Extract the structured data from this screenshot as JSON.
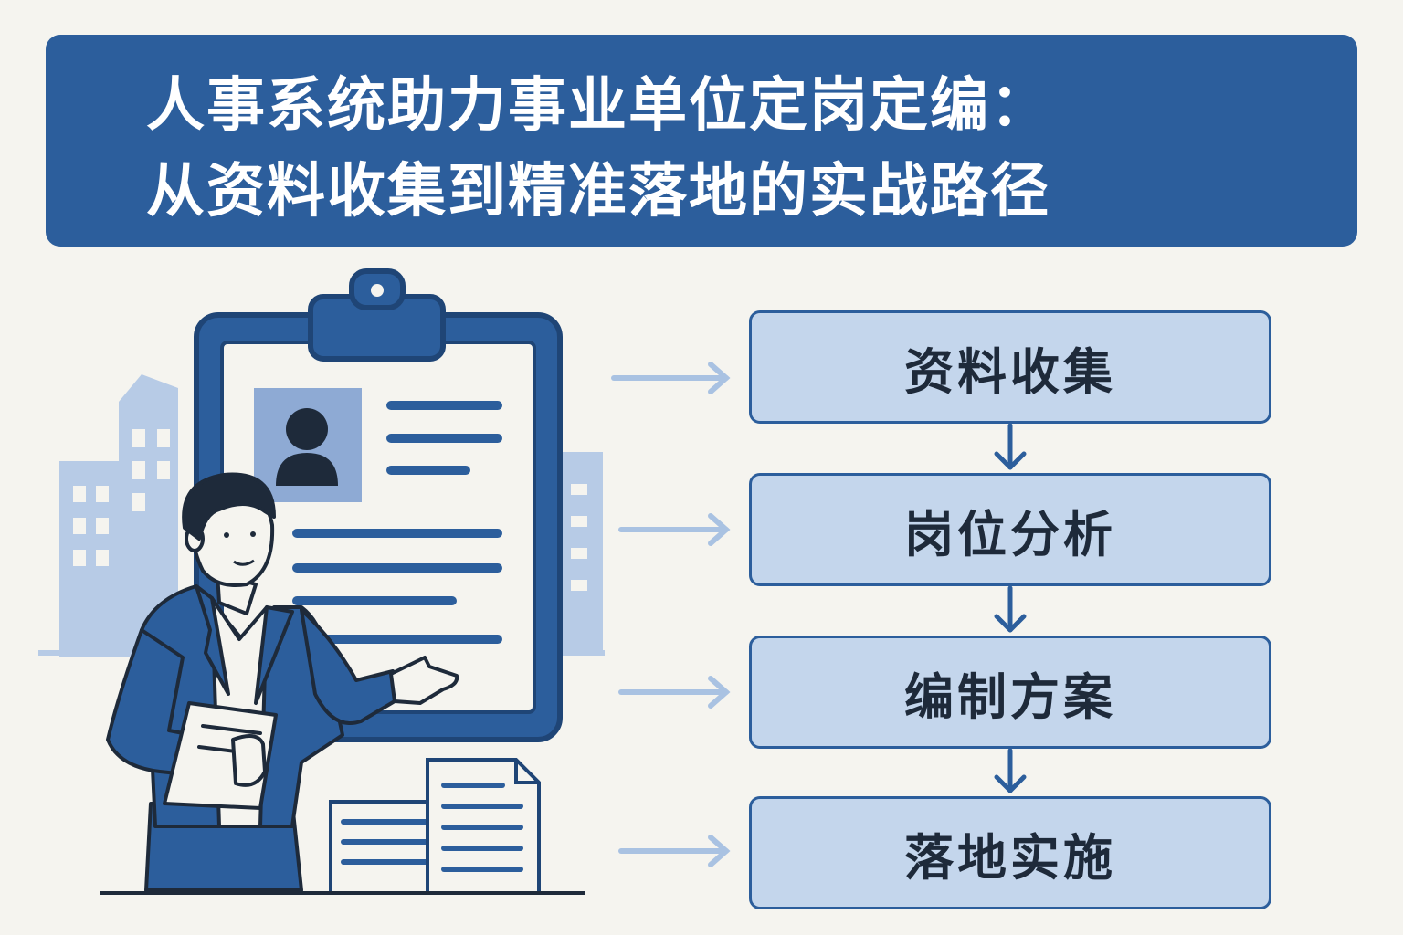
{
  "banner": {
    "title_line1": "人事系统助力事业单位定岗定编：",
    "title_line2": "从资料收集到精准落地的实战路径"
  },
  "flow": {
    "steps": [
      {
        "label": "资料收集"
      },
      {
        "label": "岗位分析"
      },
      {
        "label": "编制方案"
      },
      {
        "label": "落地实施"
      }
    ]
  },
  "icons": [
    "city-buildings-icon",
    "clipboard-icon",
    "profile-photo-icon",
    "businessman-icon",
    "document-stack-icon",
    "arrow-right-icon",
    "arrow-down-icon"
  ],
  "colors": {
    "background": "#f5f4ef",
    "primary": "#2c5e9c",
    "step_fill": "#c4d6ec",
    "light_blue": "#a9c2e2",
    "text_dark": "#1e2a3a"
  }
}
